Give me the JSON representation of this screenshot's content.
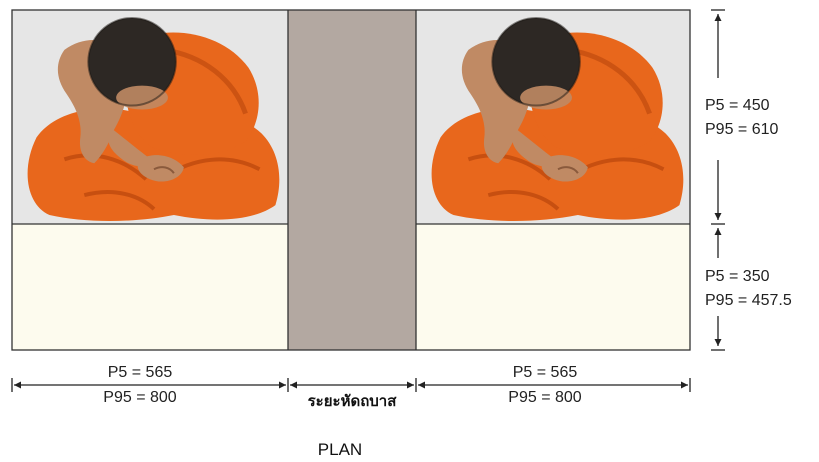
{
  "colors": {
    "photo_background": "#e6e6e6",
    "mat": "#fdfbee",
    "aisle": "#b3a8a1",
    "robe": "#e8671c",
    "robe_shadow": "#b9460c",
    "skin": "#c08a64",
    "hair": "#2d2824",
    "outline": "#333333"
  },
  "icons": {
    "left_figure": "seated-monk-top-view-icon",
    "right_figure": "seated-monk-top-view-icon"
  },
  "dimensions": {
    "left_width": {
      "p5": "P5 = 565",
      "p95": "P95 = 800"
    },
    "aisle": "ระยะหัดถบาส",
    "right_width": {
      "p5": "P5 = 565",
      "p95": "P95 = 800"
    },
    "upper_depth": {
      "p5": "P5 = 450",
      "p95": "P95 = 610"
    },
    "lower_depth": {
      "p5": "P5 = 350",
      "p95": "P95 = 457.5"
    }
  },
  "caption": "PLAN"
}
